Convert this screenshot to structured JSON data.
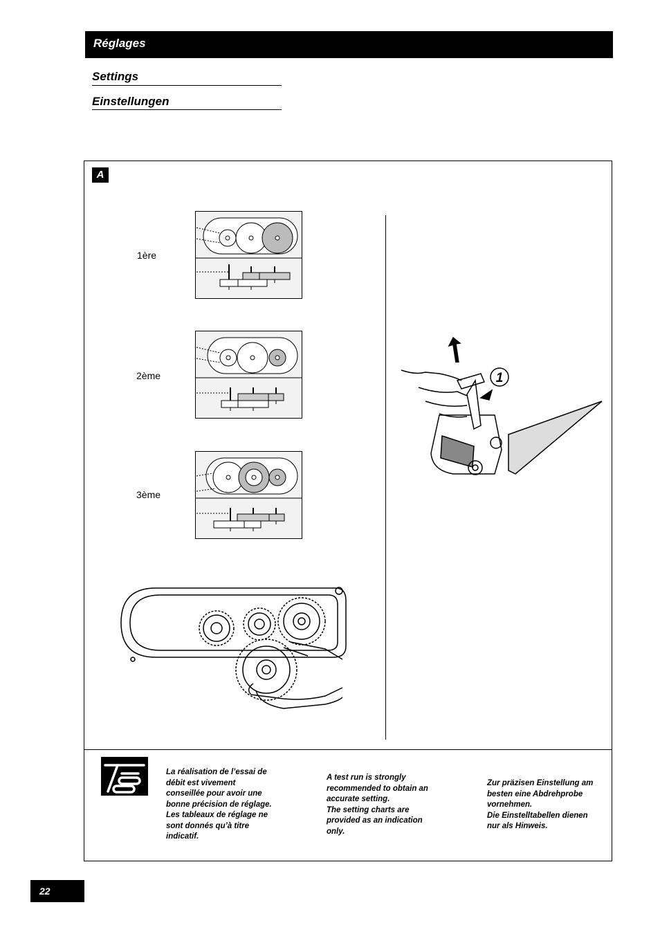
{
  "header": {
    "title": "Réglages"
  },
  "subtitles": {
    "settings": "Settings",
    "einstellungen": "Einstellungen"
  },
  "figure": {
    "badge": "A",
    "callout_number": "1"
  },
  "gear_configs": [
    {
      "label": "1ère"
    },
    {
      "label": "2ème"
    },
    {
      "label": "3ème"
    }
  ],
  "notes": {
    "fr": "La réalisation de l’essai de\ndébit est vivement\nconseillée pour avoir une\nbonne précision de réglage.\nLes tableaux de réglage ne\nsont donnés qu’à titre\nindicatif.",
    "en": "A test run is strongly\nrecommended to obtain an\naccurate setting.\nThe setting charts are\nprovided as an indication\nonly.",
    "de": "Zur präzisen Einstellung am\nbesten eine Abdrehprobe\nvornehmen.\nDie Einstelltabellen dienen\nnur als Hinweis."
  },
  "footer": {
    "page_number": "22"
  }
}
